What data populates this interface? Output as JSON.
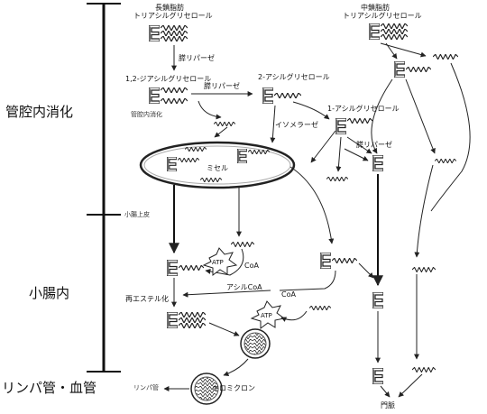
{
  "zones": {
    "lumen": "管腔内消化",
    "intestine": "小腸内",
    "lymph_blood": "リンパ管・血管"
  },
  "boundary_small_intestine": "小腸上皮",
  "labels": {
    "long_chain_tg_l1": "長鎖脂肪",
    "long_chain_tg_l2": "トリアシルグリセロール",
    "medium_chain_tg_l1": "中鎖脂肪",
    "medium_chain_tg_l2": "トリアシルグリセロール",
    "lipase_1": "膵リパーゼ",
    "lipase_2": "膵リパーゼ",
    "lipase_3": "膵リパーゼ",
    "diacylglycerol": "1,2-ジアシルグリセロール",
    "lumen_digestion_small": "管腔内消化",
    "monoacylglycerol_2": "2-アシルグリセロール",
    "monoacylglycerol_1": "1-アシルグリセロール",
    "isomerase": "イソメラーゼ",
    "micelle": "ミセル",
    "coa_1": "CoA",
    "atp_1": "ATP",
    "acyl_coa": "アシルCoA",
    "re_esterification": "再エステル化",
    "coa_2": "CoA",
    "atp_2": "ATP",
    "lymph_vessel": "リンパ管",
    "chylomicron": "キロミクロン",
    "portal_vein": "門脈"
  },
  "icon_names": [
    "glycerol-e-icon",
    "fatty-acid-chain-icon",
    "micelle-ellipse-icon",
    "atp-burst-icon",
    "chylomicron-particle-icon"
  ]
}
